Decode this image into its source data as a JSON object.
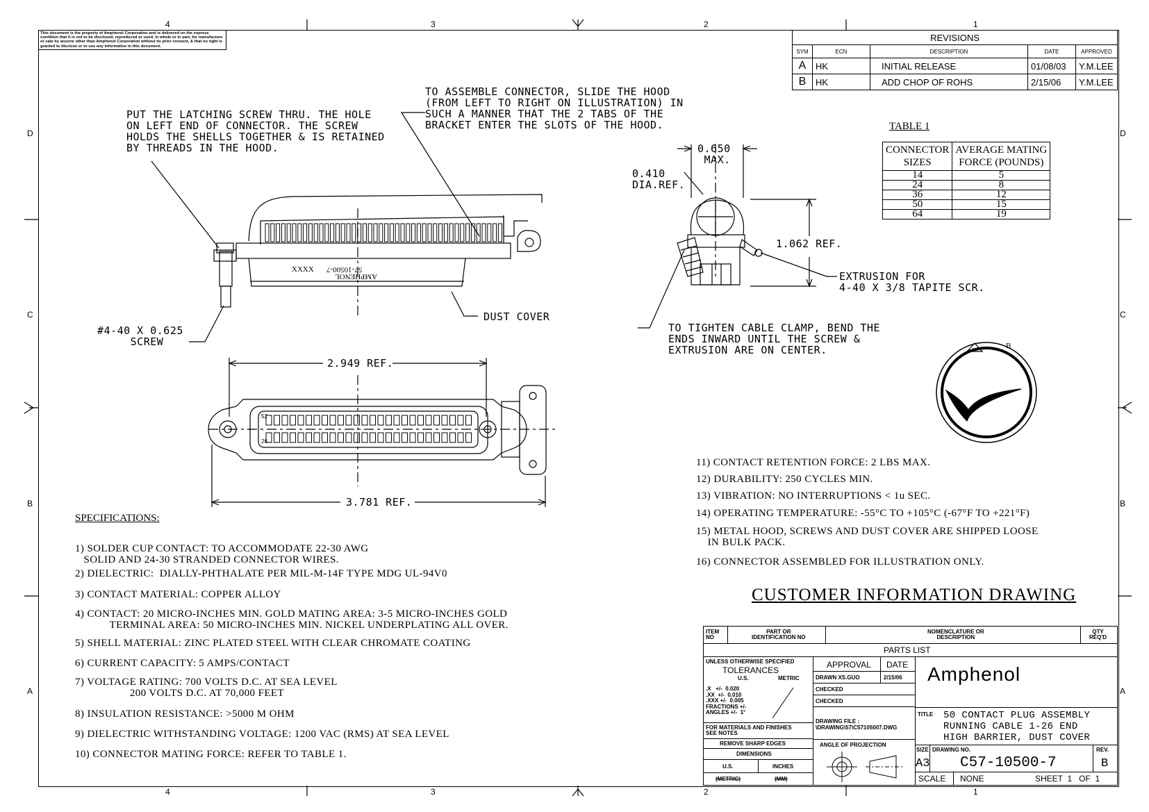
{
  "zones": {
    "cols": [
      "4",
      "3",
      "2",
      "1"
    ],
    "rows": [
      "D",
      "C",
      "B",
      "A"
    ]
  },
  "proprietary_notice": "This document is the property of Amphenol Corporation and is delivered on the express condition that it is not to be disclosed, reproduced or used, in whole or in part, for manufacture or sale by anyone other than Amphenol Corporation without its prior consent, & that no right is granted to disclose or to use any information in this document.",
  "revisions": {
    "title": "REVISIONS",
    "headers": [
      "SYM",
      "ECN",
      "DESCRIPTION",
      "DATE",
      "APPROVED"
    ],
    "rows": [
      [
        "A",
        "HK",
        "INITIAL RELEASE",
        "01/08/03",
        "Y.M.LEE"
      ],
      [
        "B",
        "HK",
        "ADD CHOP OF ROHS",
        "2/15/06",
        "Y.M.LEE"
      ]
    ]
  },
  "notes": {
    "latching_screw": "PUT THE LATCHING SCREW THRU. THE HOLE\nON LEFT END OF CONNECTOR. THE SCREW\nHOLDS THE SHELLS TOGETHER & IS RETAINED\nBY THREADS IN THE HOOD.",
    "assemble": "TO ASSEMBLE CONNECTOR, SLIDE THE HOOD\n(FROM LEFT TO RIGHT ON ILLUSTRATION) IN\nSUCH A MANNER THAT THE 2 TABS OF THE\nBRACKET ENTER THE SLOTS OF THE HOOD.",
    "screw": "#4-40 X 0.625\n     SCREW",
    "dust_cover": "DUST COVER",
    "tighten": "TO TIGHTEN CABLE CLAMP, BEND THE\nENDS INWARD UNTIL THE SCREW &\nEXTRUSION ARE ON CENTER.",
    "extrusion": "EXTRUSION FOR\n4-40 X 3/8 TAPITE SCR.",
    "dim_0650": "0.650\n MAX.",
    "dim_0410": "0.410\nDIA.REF.",
    "dim_1062": "1.062 REF.",
    "dim_2949": "2.949 REF.",
    "dim_3781": "3.781 REF.",
    "body_marking_1": "57-10500-7",
    "body_marking_2": "AMPHENOL",
    "body_marking_3": "XXXX",
    "pin_52": "52",
    "pin_26": "26",
    "rev_flag": "B"
  },
  "table1": {
    "title": "TABLE 1",
    "headers": [
      "CONNECTOR\nSIZES",
      "AVERAGE MATING\nFORCE (POUNDS)"
    ],
    "rows": [
      [
        "14",
        "5"
      ],
      [
        "24",
        "8"
      ],
      [
        "36",
        "12"
      ],
      [
        "50",
        "15"
      ],
      [
        "64",
        "19"
      ]
    ]
  },
  "specifications": {
    "heading": "SPECIFICATIONS:",
    "left": [
      "1) SOLDER CUP CONTACT: TO ACCOMMODATE 22-30 AWG\n   SOLID AND 24-30 STRANDED CONNECTOR WIRES.",
      "2) DIELECTRIC:  DIALLY-PHTHALATE PER MIL-M-14F TYPE MDG UL-94V0",
      "3) CONTACT MATERIAL: COPPER ALLOY",
      "4) CONTACT: 20 MICRO-INCHES MIN. GOLD MATING AREA: 3-5 MICRO-INCHES GOLD\n            TERMINAL AREA: 50 MICRO-INCHES MIN. NICKEL UNDERPLATING ALL OVER.",
      "5) SHELL MATERIAL: ZINC PLATED STEEL WITH CLEAR CHROMATE COATING",
      "6) CURRENT CAPACITY: 5 AMPS/CONTACT",
      "7) VOLTAGE RATING: 700 VOLTS D.C. AT SEA LEVEL\n                   200 VOLTS D.C. AT 70,000 FEET",
      "8) INSULATION RESISTANCE: >5000 M OHM",
      "9) DIELECTRIC WITHSTANDING VOLTAGE: 1200 VAC (RMS) AT SEA LEVEL",
      "10) CONNECTOR MATING FORCE: REFER TO TABLE 1."
    ],
    "right": [
      "11) CONTACT RETENTION FORCE: 2 LBS MAX.",
      "12) DURABILITY: 250 CYCLES MIN.",
      "13) VIBRATION: NO INTERRUPTIONS < 1u SEC.",
      "14) OPERATING TEMPERATURE: -55°C TO +105°C (-67°F TO +221°F)",
      "15) METAL HOOD, SCREWS AND DUST COVER ARE SHIPPED LOOSE\n    IN BULK PACK.",
      "16) CONNECTOR ASSEMBLED FOR ILLUSTRATION ONLY."
    ]
  },
  "customer_info": "CUSTOMER INFORMATION DRAWING",
  "title_block": {
    "item_no": "ITEM\nNO",
    "part_no": "PART OR\nIDENTIFICATION NO",
    "nomenclature": "NOMENCLATURE OR\nDESCRIPTION",
    "qty": "QTY\nREQ'D",
    "parts_list": "PARTS LIST",
    "tol_head": "UNLESS OTHERWISE SPECIFIED",
    "tolerances": "TOLERANCES",
    "us": "U.S.",
    "metric": "METRIC",
    "tol_values": ".X   +/-  0.020\n.XX  +/-  0.010\n.XXX +/-  0.005\nFRACTIONS +/-\nANGLES +/-  1°",
    "materials": "FOR MATERIALS AND FINISHES\nSEE NOTES",
    "sharp": "REMOVE SHARP EDGES",
    "dimensions": "DIMENSIONS",
    "dim_us": "U.S.",
    "dim_inches": "INCHES",
    "dim_metric": "(METRIC)",
    "dim_mm": "(MM)",
    "approval": "APPROVAL",
    "date": "DATE",
    "drawn": "DRAWN   XS.GUO",
    "drawn_date": "2/15/06",
    "checked1": "CHECKED",
    "checked2": "CHECKED",
    "drawing_file": "DRAWING FILE :\n\\DRAWING\\57\\C57105007.DWG",
    "angle_proj": "ANGLE OF PROJECTION",
    "company": "Amphenol",
    "title_label": "TITLE",
    "title": "50 CONTACT PLUG ASSEMBLY\nRUNNING CABLE 1-26 END\nHIGH BARRIER, DUST COVER",
    "size_label": "SIZE",
    "size": "A3",
    "drawing_no_label": "DRAWING NO.",
    "drawing_no": "C57-10500-7",
    "rev_label": "REV.",
    "rev": "B",
    "scale_label": "SCALE",
    "scale": "NONE",
    "sheet": "SHEET  1   OF  1"
  }
}
